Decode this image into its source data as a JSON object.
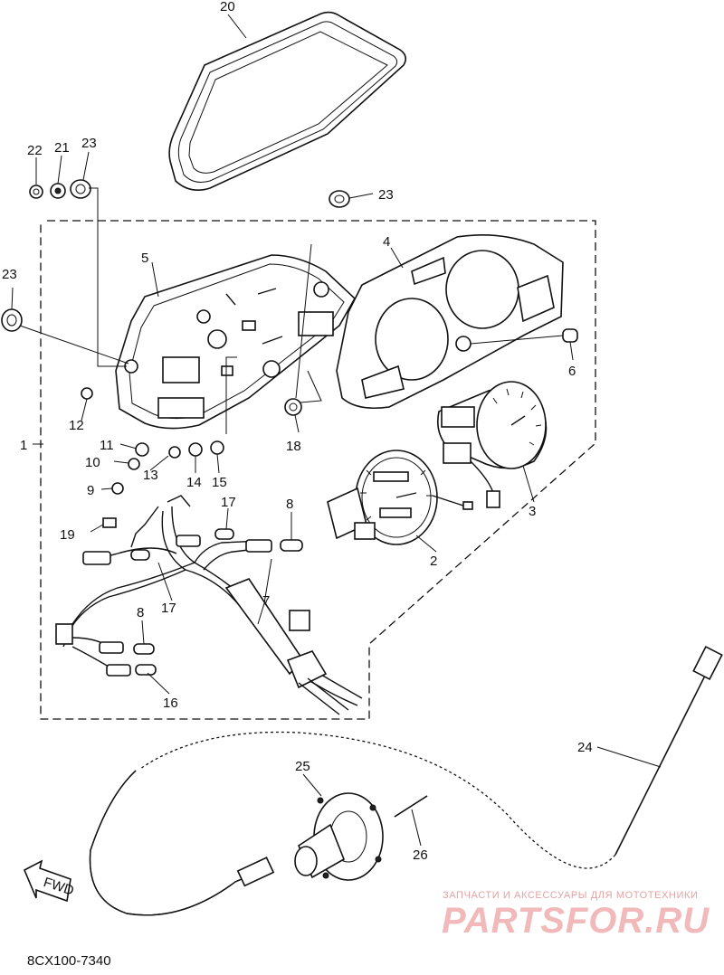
{
  "diagram": {
    "part_code": "8CX100-7340",
    "direction_label": "FWD",
    "callouts": {
      "p1": "1",
      "p2": "2",
      "p3": "3",
      "p4": "4",
      "p5": "5",
      "p6": "6",
      "p7": "7",
      "p8a": "8",
      "p8b": "8",
      "p9": "9",
      "p10": "10",
      "p11": "11",
      "p12": "12",
      "p13": "13",
      "p14": "14",
      "p15": "15",
      "p16": "16",
      "p17a": "17",
      "p17b": "17",
      "p18": "18",
      "p19": "19",
      "p20": "20",
      "p21": "21",
      "p22": "22",
      "p23a": "23",
      "p23b": "23",
      "p23c": "23",
      "p24": "24",
      "p25": "25",
      "p26": "26"
    }
  },
  "watermark": {
    "subtitle": "ЗАПЧАСТИ И АКСЕССУАРЫ ДЛЯ МОТОТЕХНИКИ",
    "brand": "PARTSFOR.RU"
  }
}
